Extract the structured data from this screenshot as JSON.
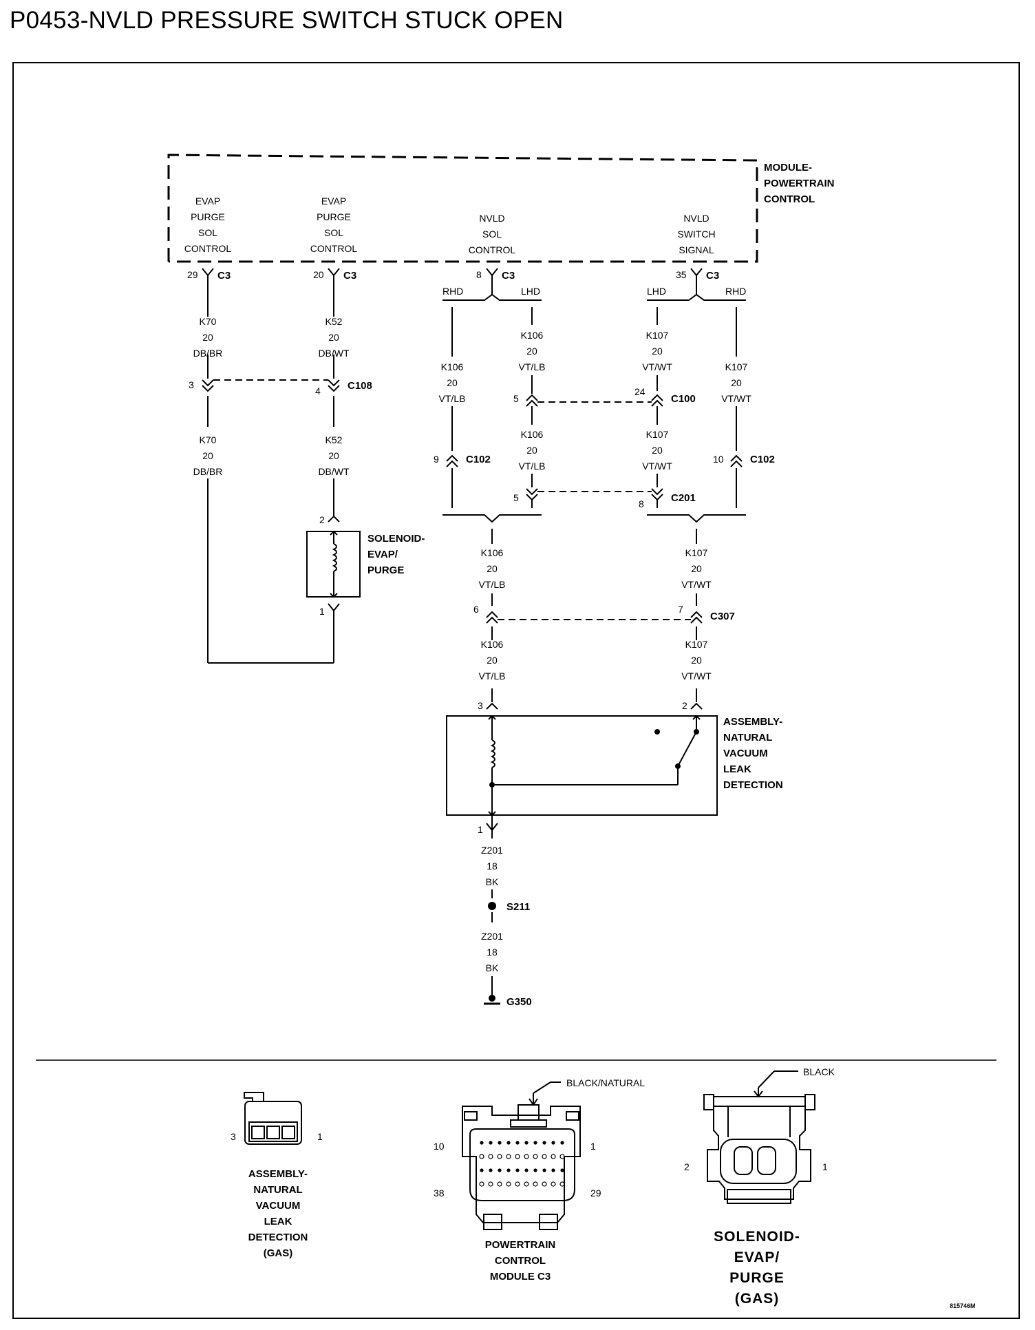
{
  "title": "P0453-NVLD PRESSURE SWITCH STUCK OPEN",
  "module": {
    "name_lines": [
      "MODULE-",
      "POWERTRAIN",
      "CONTROL"
    ],
    "circuits": [
      {
        "lines": [
          "EVAP",
          "PURGE",
          "SOL",
          "CONTROL"
        ],
        "pin": "29",
        "connector": "C3"
      },
      {
        "lines": [
          "EVAP",
          "PURGE",
          "SOL",
          "CONTROL"
        ],
        "pin": "20",
        "connector": "C3"
      },
      {
        "lines": [
          "NVLD",
          "SOL",
          "CONTROL"
        ],
        "pin": "8",
        "connector": "C3"
      },
      {
        "lines": [
          "NVLD",
          "SWITCH",
          "SIGNAL"
        ],
        "pin": "35",
        "connector": "C3"
      }
    ]
  },
  "branch_labels": {
    "rhd": "RHD",
    "lhd": "LHD"
  },
  "wires": {
    "k70": [
      "K70",
      "20",
      "DB/BR"
    ],
    "k52": [
      "K52",
      "20",
      "DB/WT"
    ],
    "k106": [
      "K106",
      "20",
      "VT/LB"
    ],
    "k107": [
      "K107",
      "20",
      "VT/WT"
    ],
    "z201": [
      "Z201",
      "18",
      "BK"
    ]
  },
  "connectors": {
    "c108": {
      "name": "C108",
      "pins": [
        "3",
        "4"
      ]
    },
    "c100": {
      "name": "C100",
      "pins": [
        "5",
        "24"
      ]
    },
    "c102_left": {
      "name": "C102",
      "pin": "9"
    },
    "c102_right": {
      "name": "C102",
      "pin": "10"
    },
    "c201": {
      "name": "C201",
      "pins": [
        "5",
        "8"
      ]
    },
    "c307": {
      "name": "C307",
      "pins": [
        "6",
        "7"
      ]
    },
    "solenoid_pins": [
      "2",
      "1"
    ],
    "nvld_pins": [
      "3",
      "2",
      "1"
    ]
  },
  "components": {
    "solenoid": [
      "SOLENOID-",
      "EVAP/",
      "PURGE"
    ],
    "nvld": [
      "ASSEMBLY-",
      "NATURAL",
      "VACUUM",
      "LEAK",
      "DETECTION"
    ],
    "splice": "S211",
    "ground": "G350"
  },
  "bottom": {
    "nvld_connector": {
      "label": [
        "ASSEMBLY-",
        "NATURAL",
        "VACUUM",
        "LEAK",
        "DETECTION",
        "(GAS)"
      ],
      "pin_left": "3",
      "pin_right": "1"
    },
    "pcm_connector": {
      "label": [
        "POWERTRAIN",
        "CONTROL",
        "MODULE C3"
      ],
      "color": "BLACK/NATURAL",
      "pins": [
        "10",
        "1",
        "38",
        "29"
      ]
    },
    "solenoid_connector": {
      "label": [
        "SOLENOID-",
        "EVAP/",
        "PURGE",
        "(GAS)"
      ],
      "color": "BLACK",
      "pin_left": "2",
      "pin_right": "1"
    }
  },
  "figure_id": "815746M"
}
